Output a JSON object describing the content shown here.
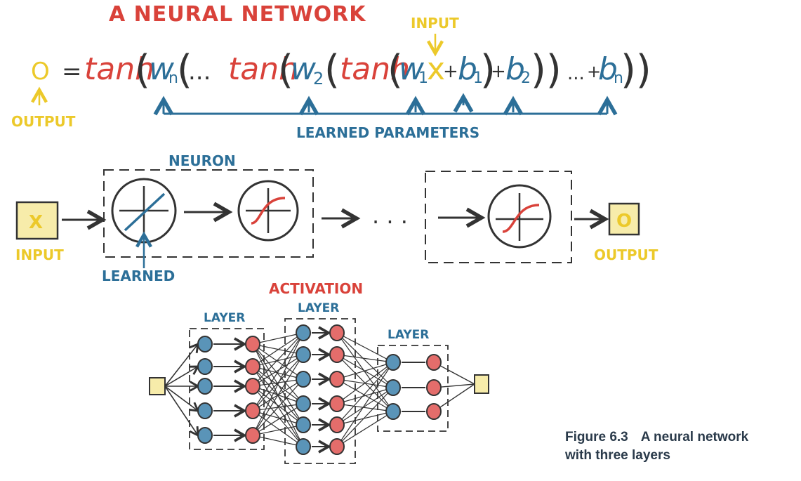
{
  "colors": {
    "red": "#d9423a",
    "yellow": "#ecc92a",
    "blue": "#2c6f98",
    "ink": "#333333",
    "neuron_blue": "#5a94b8",
    "neuron_red": "#e46d6b",
    "box_fill": "#f7ecaa"
  },
  "title": "A NEURAL NETWORK",
  "equation": {
    "output_symbol": "O",
    "equals": "=",
    "tanh": "tanh",
    "w_n": "w",
    "w_n_sub": "n",
    "w_2": "w",
    "w_2_sub": "2",
    "w_1": "w",
    "w_1_sub": "1",
    "x": "x",
    "b_1": "b",
    "b_1_sub": "1",
    "b_2": "b",
    "b_2_sub": "2",
    "b_n": "b",
    "b_n_sub": "n",
    "ellipsis": "...",
    "plus": "+",
    "input_label": "INPUT",
    "output_label": "OUTPUT",
    "learned_parameters_label": "LEARNED PARAMETERS"
  },
  "neuron_diagram": {
    "neuron_label": "NEURON",
    "input_box": "X",
    "input_label": "INPUT",
    "output_box": "O",
    "output_label": "OUTPUT",
    "learned_label": "LEARNED",
    "activation_label": "ACTIVATION",
    "ellipsis": "· · ·"
  },
  "network_diagram": {
    "layer_labels": [
      "LAYER",
      "LAYER",
      "LAYER"
    ]
  },
  "caption": {
    "figure": "Figure 6.3",
    "text_line1": "A neural network",
    "text_line2": "with three layers"
  }
}
